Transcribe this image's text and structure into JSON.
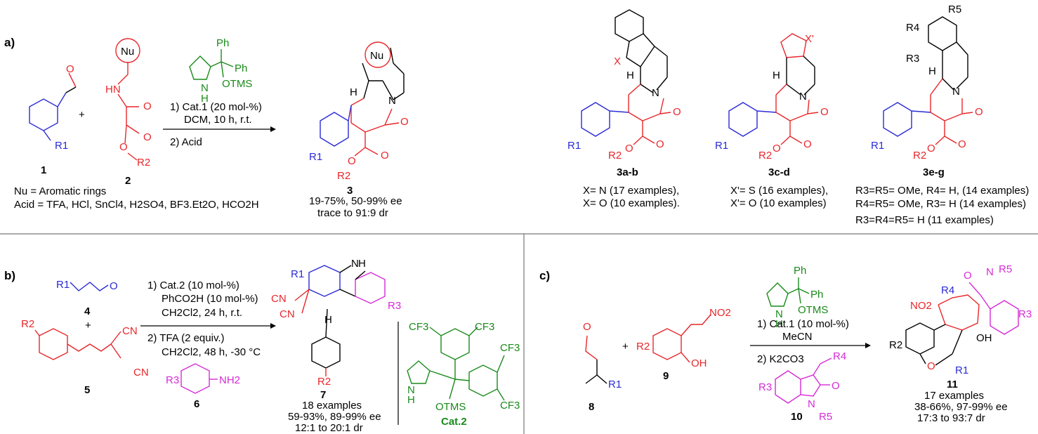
{
  "panel_a": {
    "label": "a)",
    "nu": "Nu",
    "cmpd1": "1",
    "cmpd2": "2",
    "cmpd3": "3",
    "r1": "R1",
    "r2": "R2",
    "nu_def": "Nu = Aromatic rings",
    "acid_def": "Acid = TFA, HCl, SnCl4, H2SO4, BF3.Et2O, HCO2H",
    "cat_ph1": "Ph",
    "cat_ph2": "Ph",
    "cat_nh": "N",
    "cat_h": "H",
    "cat_otms": "OTMS",
    "cond1": "1) Cat.1 (20 mol-%)",
    "cond2": "DCM, 10 h, r.t.",
    "cond3": "2) Acid",
    "yield3": "19-75%, 50-99% ee",
    "dr3": "trace to 91:9 dr",
    "hn": "HN",
    "o": "O",
    "n": "N",
    "h": "H",
    "c3ab": "3a-b",
    "c3ab_1": "X= N (17 examples),",
    "c3ab_2": "X= O (10 examples).",
    "c3cd": "3c-d",
    "c3cd_1": "X'= S  (16 examples),",
    "c3cd_2": "X'= O (10 examples)",
    "c3eg": "3e-g",
    "c3eg_1": "R3=R5= OMe, R4= H,  (14 examples)",
    "c3eg_2": "R4=R5= OMe, R3= H (14 examples)",
    "c3eg_3": "R3=R4=R5= H (11 examples)",
    "x": "X",
    "xp": "X'",
    "r3": "R3",
    "r4": "R4",
    "r5": "R5"
  },
  "panel_b": {
    "label": "b)",
    "cmpd4": "4",
    "cmpd5": "5",
    "cmpd6": "6",
    "cmpd7": "7",
    "plus": "+",
    "cond1": "1) Cat.2 (10 mol-%)",
    "cond2": "PhCO2H (10 mol-%)",
    "cond3": "CH2Cl2, 24 h, r.t.",
    "cond4": "2) TFA (2 equiv.)",
    "cond5": "CH2Cl2, 48 h, -30 °C",
    "r1": "R1",
    "r2": "R2",
    "r3": "R3",
    "cn": "CN",
    "nh2": "NH2",
    "ex7": "18 examples",
    "yield7": "59-93%, 89-99% ee",
    "dr7": "12:1 to 20:1 dr",
    "cat2": "Cat.2",
    "cf3": "CF3",
    "otms": "OTMS"
  },
  "panel_c": {
    "label": "c)",
    "cmpd8": "8",
    "cmpd9": "9",
    "cmpd10": "10",
    "cmpd11": "11",
    "cond1": "1) Cat.1 (10 mol-%)",
    "cond2": "MeCN",
    "cond3": "2) K2CO3",
    "ex11": "17 examples",
    "yield11": "38-66%, 97-99% ee",
    "dr11": "17:3 to 93:7 dr",
    "no2": "NO2",
    "oh": "OH",
    "r1": "R1",
    "r2": "R2",
    "r3": "R3",
    "r4": "R4",
    "r5": "R5"
  }
}
